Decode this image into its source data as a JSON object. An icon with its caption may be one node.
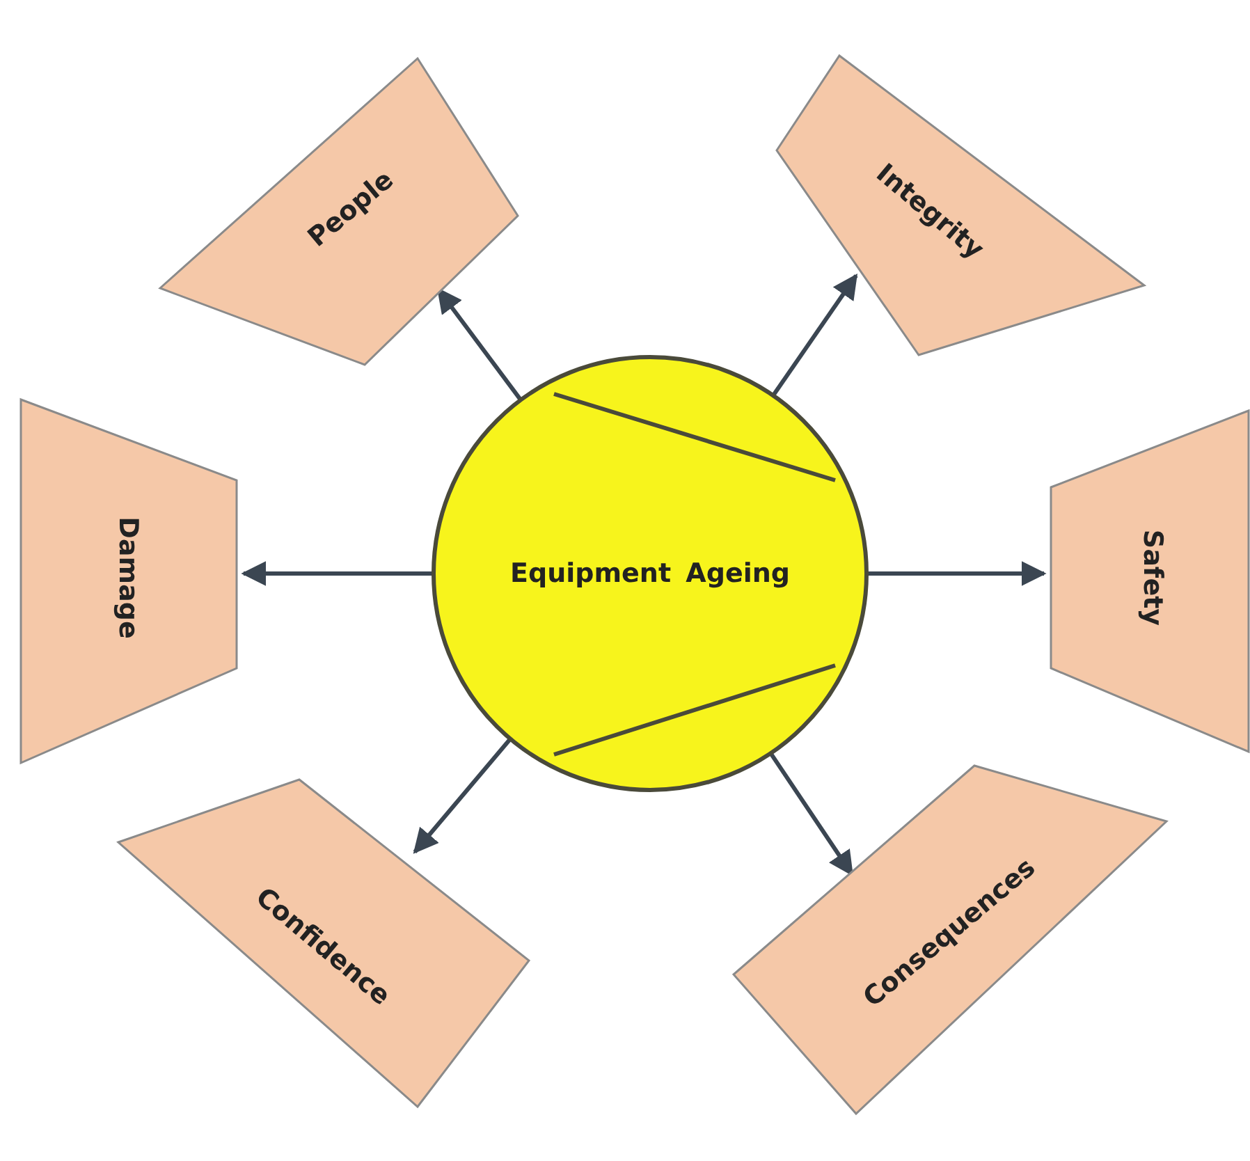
{
  "diagram": {
    "nodes": [
      {
        "text": [
          "Equipment Ageing"
        ]
      },
      {
        "text": [
          "People"
        ]
      },
      {
        "text": [
          "Integrity"
        ]
      },
      {
        "text": [
          "Damage"
        ]
      },
      {
        "text": [
          "Safety"
        ]
      },
      {
        "text": [
          "Confidence"
        ]
      },
      {
        "text": [
          "Consequences"
        ]
      }
    ],
    "edges": [
      {
        "from": 0,
        "to": 1,
        "arrow": "to"
      },
      {
        "from": 0,
        "to": 2,
        "arrow": "to"
      },
      {
        "from": 0,
        "to": 3,
        "arrow": "to"
      },
      {
        "from": 0,
        "to": 4,
        "arrow": "to"
      },
      {
        "from": 0,
        "to": 5,
        "arrow": "to"
      },
      {
        "from": 0,
        "to": 6,
        "arrow": "to"
      }
    ]
  }
}
